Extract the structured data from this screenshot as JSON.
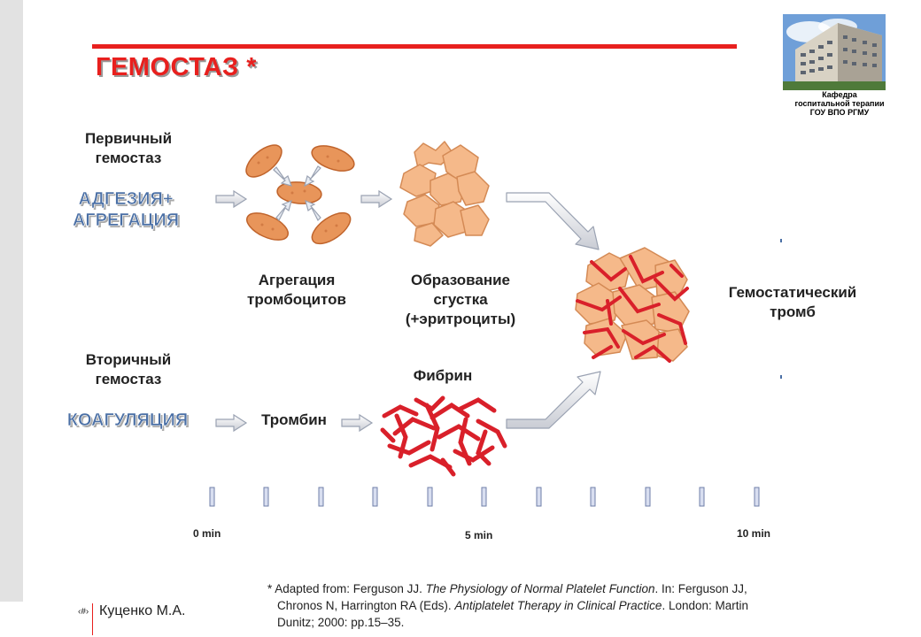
{
  "slide": {
    "title": "ГЕМОСТАЗ *",
    "department": [
      "Кафедра",
      "госпитальной терапии",
      "ГОУ ВПО РГМУ"
    ],
    "primary_label": [
      "Первичный",
      "гемостаз"
    ],
    "primary_process": [
      "АДГЕЗИЯ+",
      "АГРЕГАЦИЯ"
    ],
    "secondary_label": [
      "Вторичный",
      "гемостаз"
    ],
    "secondary_process": "КОАГУЛЯЦИЯ",
    "aggregation_caption": [
      "Агрегация",
      "тромбоцитов"
    ],
    "clot_caption": [
      "Образование",
      "сгустка",
      "(+эритроциты)"
    ],
    "fibrin_caption": "Фибрин",
    "thrombin_label": "Тромбин",
    "thrombus_caption": [
      "Гемостатический",
      "тромб"
    ],
    "time_labels": [
      "0 min",
      "5 min",
      "10 min"
    ],
    "footnote_parts": {
      "prefix": "* Adapted from: Ferguson JJ. ",
      "title_italic": "The Physiology of Normal Platelet Function",
      "mid": ". In: Ferguson JJ,",
      "line2_a": "Chronos N, Harrington RA (Eds). ",
      "line2_italic": "Antiplatelet Therapy in Clinical Practice",
      "line2_b": ". London: Martin",
      "line3": "Dunitz; 2000: pp.15–35."
    },
    "author": "Куценко М.А.",
    "colors": {
      "accent": "#e8201e",
      "platelet": "#e8955a",
      "clot": "#f5b98a",
      "fibrin": "#d9202a",
      "outline_text": "#4a6fa5"
    }
  }
}
